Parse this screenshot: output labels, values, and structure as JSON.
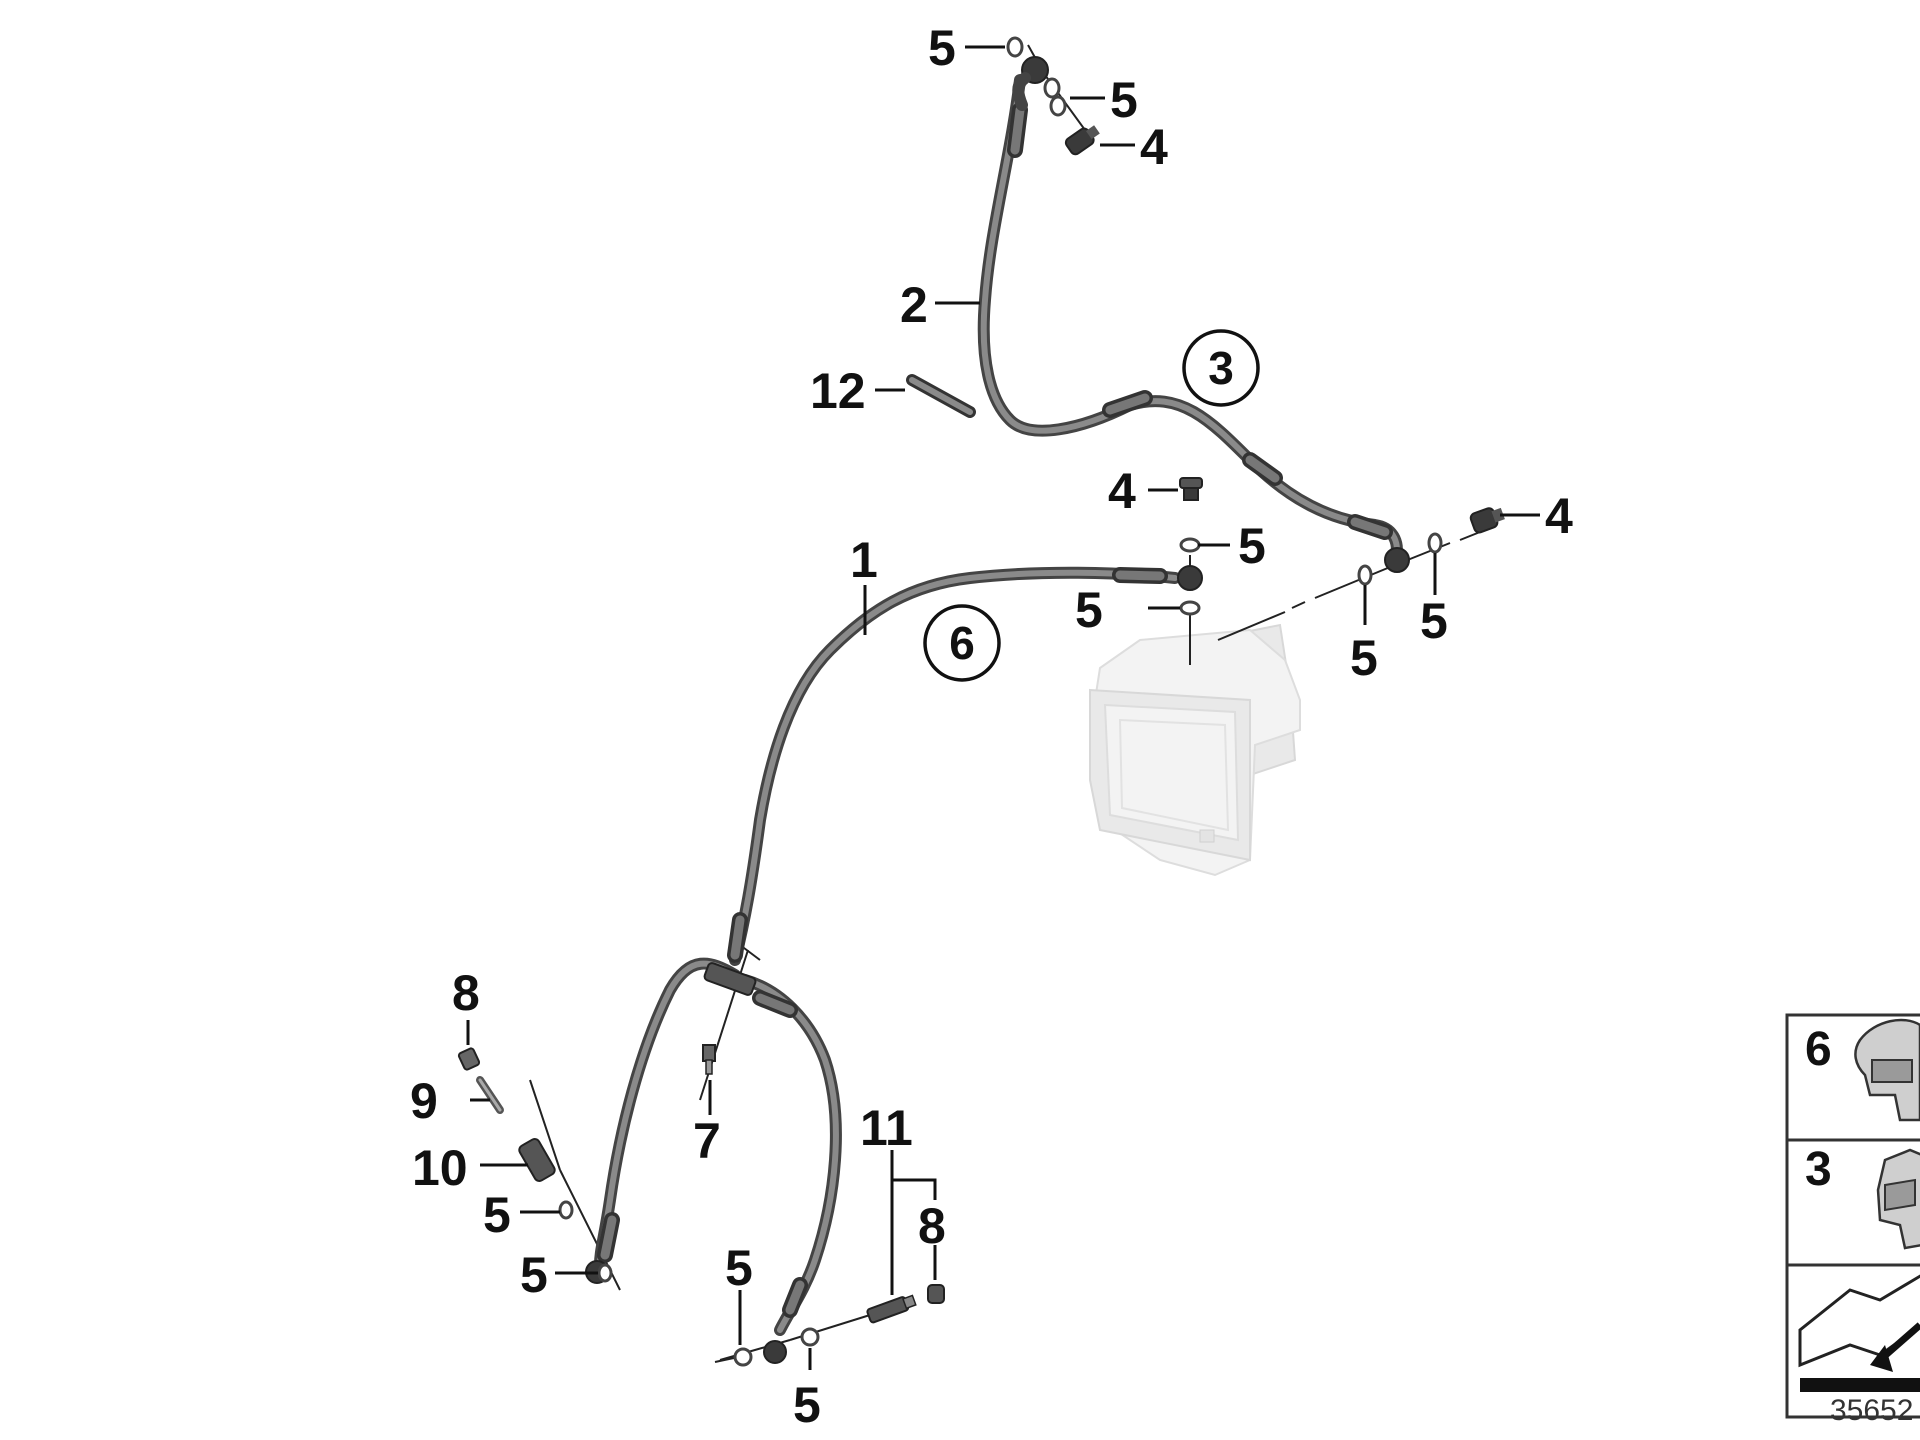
{
  "callouts": {
    "p1": "1",
    "p2": "2",
    "p3": "3",
    "p4": "4",
    "p5": "5",
    "p6": "6",
    "p7": "7",
    "p8": "8",
    "p9": "9",
    "p10": "10",
    "p11": "11",
    "p12": "12"
  },
  "circled": {
    "c3": "3",
    "c6": "6"
  },
  "legend": {
    "items": [
      {
        "number": "6",
        "icon": "clamp-clip-icon"
      },
      {
        "number": "3",
        "icon": "clip-holder-icon"
      },
      {
        "number": "",
        "icon": "bent-arrow-symbol-icon"
      }
    ]
  },
  "diagram_id": "35652"
}
